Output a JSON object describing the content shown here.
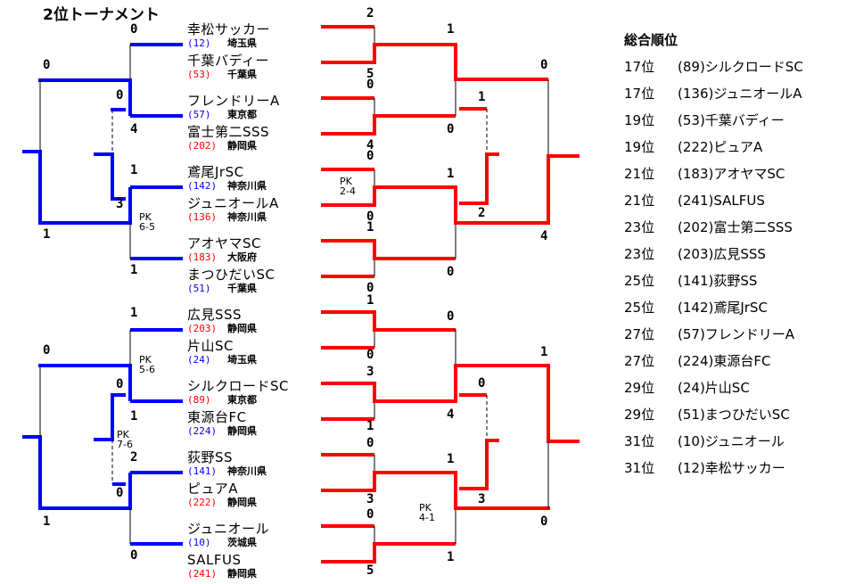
{
  "title": "2位トーナメント",
  "colors": {
    "left_bracket": "#0000ff",
    "right_bracket": "#ff0000",
    "seed_blue": "#0000ff",
    "seed_red": "#ff0000"
  },
  "teams": [
    {
      "name": "幸松サッカー",
      "seed": "(12)",
      "pref": "埼玉県",
      "seed_color": "blue"
    },
    {
      "name": "千葉バディー",
      "seed": "(53)",
      "pref": "千葉県",
      "seed_color": "red"
    },
    {
      "name": "フレンドリーA",
      "seed": "(57)",
      "pref": "東京都",
      "seed_color": "blue"
    },
    {
      "name": "富士第二SSS",
      "seed": "(202)",
      "pref": "静岡県",
      "seed_color": "red"
    },
    {
      "name": "鳶尾JrSC",
      "seed": "(142)",
      "pref": "神奈川県",
      "seed_color": "blue"
    },
    {
      "name": "ジュニオールA",
      "seed": "(136)",
      "pref": "神奈川県",
      "seed_color": "red"
    },
    {
      "name": "アオヤマSC",
      "seed": "(183)",
      "pref": "大阪府",
      "seed_color": "red"
    },
    {
      "name": "まつひだいSC",
      "seed": "(51)",
      "pref": "千葉県",
      "seed_color": "blue"
    },
    {
      "name": "広見SSS",
      "seed": "(203)",
      "pref": "静岡県",
      "seed_color": "red"
    },
    {
      "name": "片山SC",
      "seed": "(24)",
      "pref": "埼玉県",
      "seed_color": "blue"
    },
    {
      "name": "シルクロードSC",
      "seed": "(89)",
      "pref": "東京都",
      "seed_color": "red"
    },
    {
      "name": "東源台FC",
      "seed": "(224)",
      "pref": "静岡県",
      "seed_color": "blue"
    },
    {
      "name": "荻野SS",
      "seed": "(141)",
      "pref": "神奈川県",
      "seed_color": "blue"
    },
    {
      "name": "ピュアA",
      "seed": "(222)",
      "pref": "静岡県",
      "seed_color": "red"
    },
    {
      "name": "ジュニオール",
      "seed": "(10)",
      "pref": "茨城県",
      "seed_color": "blue"
    },
    {
      "name": "SALFUS",
      "seed": "(241)",
      "pref": "静岡県",
      "seed_color": "red"
    }
  ],
  "scores": [
    "0",
    "0",
    "0",
    "4",
    "1",
    "3",
    "1",
    "1",
    "1",
    "0",
    "0",
    "1",
    "2",
    "0",
    "1",
    "0",
    "2",
    "5",
    "0",
    "4",
    "0",
    "0",
    "1",
    "0",
    "1",
    "0",
    "1",
    "0",
    "1",
    "2",
    "0",
    "4",
    "1",
    "0",
    "3",
    "1",
    "0",
    "3",
    "0",
    "5",
    "0",
    "4",
    "1",
    "1",
    "0",
    "3",
    "1",
    "0"
  ],
  "pk_results": [
    "PK\n6-5",
    "PK\n5-6",
    "PK\n7-6",
    "PK\n2-4",
    "PK\n4-1"
  ],
  "ranking": {
    "header": "総合順位",
    "rows": [
      {
        "rank": "17位",
        "team": "(89)シルクロードSC"
      },
      {
        "rank": "17位",
        "team": "(136)ジュニオールA"
      },
      {
        "rank": "19位",
        "team": "(53)千葉バディー"
      },
      {
        "rank": "19位",
        "team": "(222)ピュアA"
      },
      {
        "rank": "21位",
        "team": "(183)アオヤマSC"
      },
      {
        "rank": "21位",
        "team": "(241)SALFUS"
      },
      {
        "rank": "23位",
        "team": "(202)富士第二SSS"
      },
      {
        "rank": "23位",
        "team": "(203)広見SSS"
      },
      {
        "rank": "25位",
        "team": "(141)荻野SS"
      },
      {
        "rank": "25位",
        "team": "(142)鳶尾JrSC"
      },
      {
        "rank": "27位",
        "team": "(57)フレンドリーA"
      },
      {
        "rank": "27位",
        "team": "(224)東源台FC"
      },
      {
        "rank": "29位",
        "team": "(24)片山SC"
      },
      {
        "rank": "29位",
        "team": "(51)まつひだいSC"
      },
      {
        "rank": "31位",
        "team": "(10)ジュニオール"
      },
      {
        "rank": "31位",
        "team": "(12)幸松サッカー"
      }
    ]
  }
}
